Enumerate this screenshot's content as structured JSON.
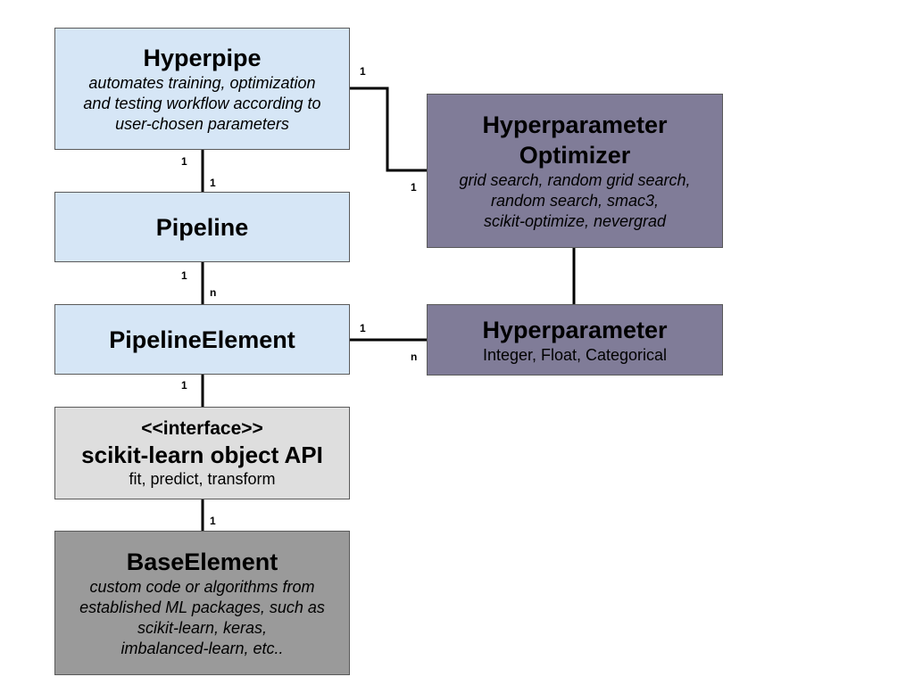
{
  "hyperpipe": {
    "title": "Hyperpipe",
    "desc": [
      "automates training, optimization",
      "and testing workflow according to",
      "user-chosen parameters"
    ]
  },
  "pipeline": {
    "title": "Pipeline"
  },
  "pipeline_element": {
    "title": "PipelineElement"
  },
  "interface": {
    "stereotype": "<<interface>>",
    "title": "scikit-learn object API",
    "desc": "fit, predict, transform"
  },
  "base_element": {
    "title": "BaseElement",
    "desc": [
      "custom code or algorithms from",
      "established ML packages, such as",
      "scikit-learn, keras,",
      "imbalanced-learn, etc.."
    ]
  },
  "optimizer": {
    "title": [
      "Hyperparameter",
      "Optimizer"
    ],
    "desc": [
      "grid search, random grid search,",
      "random search, smac3,",
      "scikit-optimize, nevergrad"
    ]
  },
  "hyperparameter": {
    "title": "Hyperparameter",
    "desc": "Integer, Float, Categorical"
  },
  "multiplicities": {
    "hyperpipe_optimizer_start": "1",
    "hyperpipe_optimizer_end": "1",
    "hyperpipe_pipeline_start": "1",
    "hyperpipe_pipeline_end": "1",
    "pipeline_element_start": "1",
    "pipeline_element_end": "n",
    "element_hyperparameter_start": "1",
    "element_hyperparameter_end": "n",
    "element_interface": "1",
    "interface_base": "1"
  }
}
